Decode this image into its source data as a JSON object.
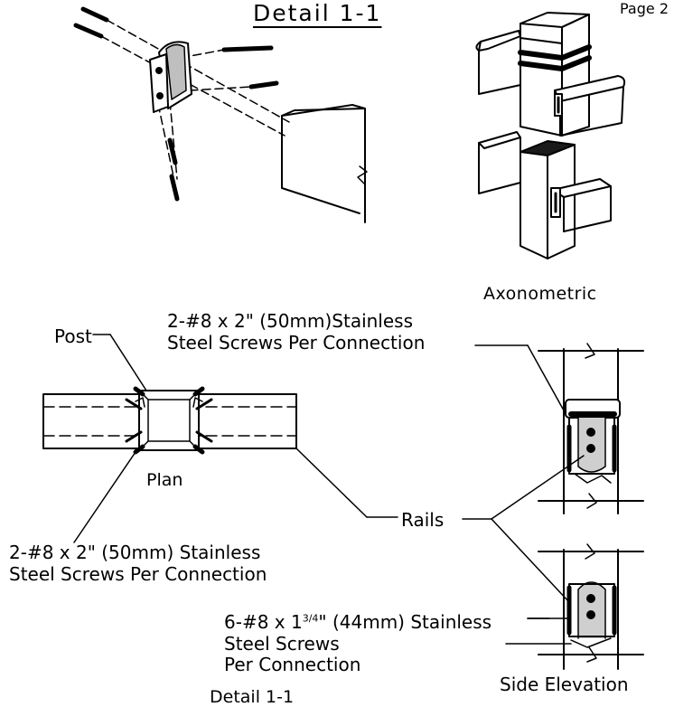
{
  "sheet": {
    "title": "Detail 1-1",
    "page": "Page 2"
  },
  "labels": {
    "axonometric": "Axonometric",
    "post": "Post",
    "screws_top": "2-#8 x 2\" (50mm)Stainless\nSteel Screws Per Connection",
    "plan": "Plan",
    "rails": "Rails",
    "screws_plan": "2-#8 x 2\" (50mm) Stainless\nSteel Screws Per Connection",
    "screws_side_prefix": "6-#8 x 1",
    "screws_side_fraction": "3/4",
    "screws_side_suffix": "\" (44mm) Stainless\nSteel Screws\nPer Connection",
    "side_elevation": "Side Elevation",
    "detail_caption": "Detail 1-1"
  }
}
